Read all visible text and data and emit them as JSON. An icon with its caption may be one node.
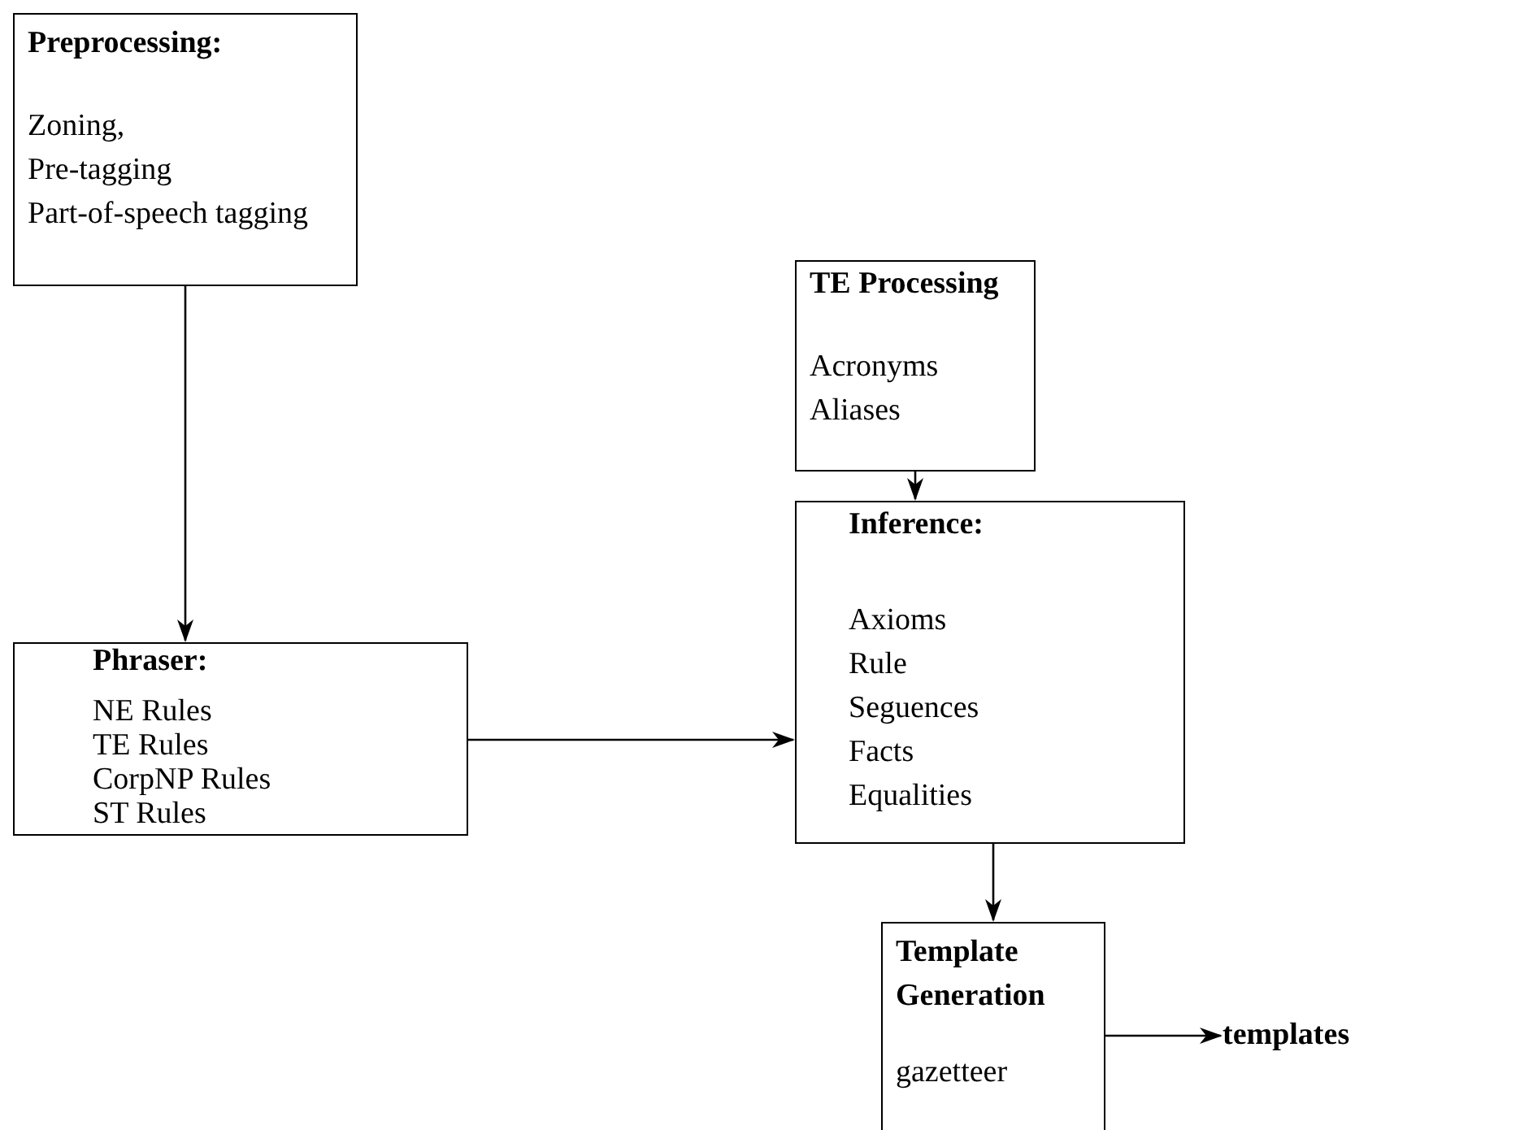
{
  "diagram": {
    "nodes": [
      {
        "text": [
          "Preprocessing:",
          "Zoning,",
          "Pre-tagging",
          "Part-of-speech tagging"
        ]
      },
      {
        "text": [
          "Phraser:",
          "NE Rules",
          "TE Rules",
          "CorpNP Rules",
          "ST Rules"
        ]
      },
      {
        "text": [
          "TE Processing",
          "Acronyms",
          "Aliases"
        ]
      },
      {
        "text": [
          "Inference:",
          "Axioms",
          "Rule",
          "Seguences",
          "Facts",
          "Equalities"
        ]
      },
      {
        "text": [
          "Template Generation",
          "gazetteer"
        ]
      },
      {
        "text": [
          "templates"
        ]
      }
    ],
    "edges": [
      {
        "from": 0,
        "to": 1,
        "arrow": "to"
      },
      {
        "from": 1,
        "to": 3,
        "arrow": "to"
      },
      {
        "from": 2,
        "to": 3,
        "arrow": "to"
      },
      {
        "from": 3,
        "to": 4,
        "arrow": "to"
      },
      {
        "from": 4,
        "to": 5,
        "arrow": "to"
      }
    ]
  }
}
